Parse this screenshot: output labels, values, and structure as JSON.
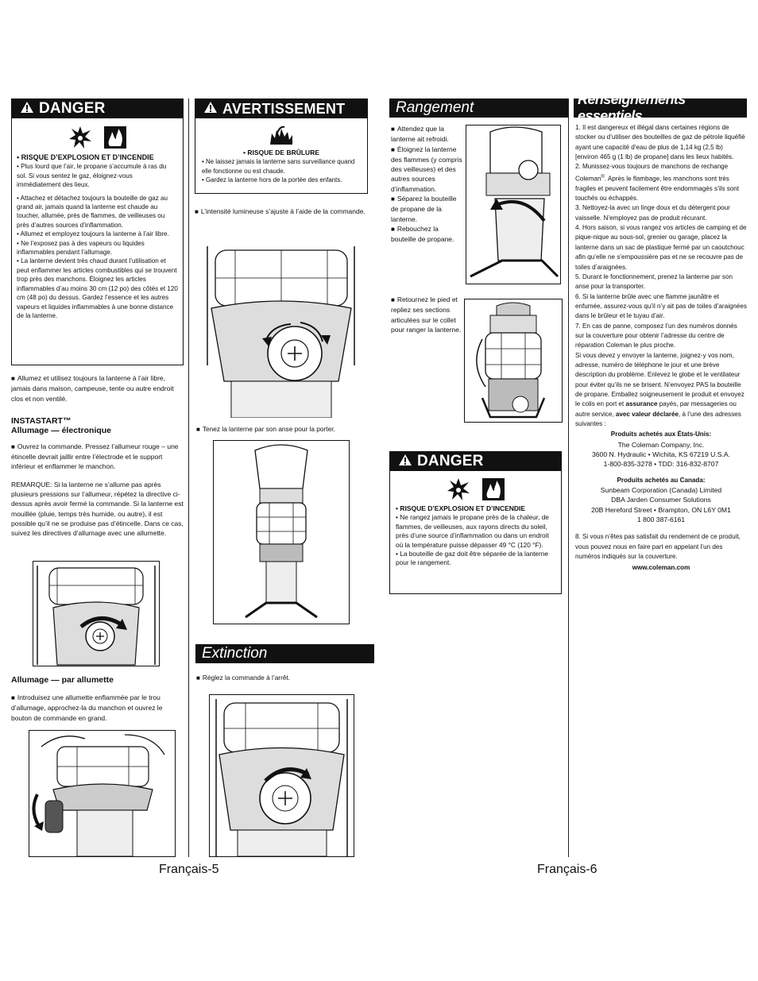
{
  "danger1": {
    "title": "DANGER",
    "risk": "• RISQUE D’EXPLOSION ET D’INCENDIE",
    "items": [
      "• Plus lourd que l’air, le propane s’accumule à ras du sol. Si vous sentez le gaz, éloignez-vous immédiatement des lieux.",
      "• Attachez et détachez toujours la bouteille de gaz au grand air, jamais quand la lanterne est chaude au toucher, allumée, près de flammes, de veilleuses ou près d’autres sources d’inflammation.",
      "• Allumez et employez toujours la lanterne à l’air libre.",
      "• Ne l’exposez pas à des vapeurs ou liquides inflammables pendant l’allumage.",
      "• La lanterne devient très chaud durant l’utilisation et peut enflammer les articles combustibles qui se trouvent trop près des manchons. Éloignez les articles inflammables d’au moins 30 cm (12 po) des côtés et 120 cm (48 po) du dessus. Gardez l’essence et les autres vapeurs et liquides inflammables à une bonne distance de la lanterne."
    ]
  },
  "col1": {
    "outdoor": "Allumez et utilisez toujours la lanterne à l’air libre, jamais dans maison, campeuse, tente ou autre endroit clos et non ventilé.",
    "instastart": "INSTASTART™",
    "elec_title": "Allumage — électronique",
    "elec_text": "Ouvrez la commande. Pressez l’allumeur rouge – une étincelle devrait jaillir entre l’électrode et le support inférieur et enflammer le manchon.",
    "remark": "REMARQUE: Si la lanterne ne s’allume pas après plusieurs pressions sur l’allumeur, répétez la directive ci-dessus après avoir fermé la commande. Si la lanterne est mouillée (pluie, temps très humide, ou autre), il est possible qu’il ne se produise pas d’étincelle. Dans ce cas, suivez les directives d’allumage avec une allumette.",
    "match_title": "Allumage — par allumette",
    "match_text": "Introduisez une allumette enflammée par le trou d’allumage, approchez-la du manchon et ouvrez le bouton de commande en grand."
  },
  "avert": {
    "title": "AVERTISSEMENT",
    "risk": "• RISQUE DE BRÛLURE",
    "items": [
      "• Ne laissez jamais la lanterne sans surveillance quand elle fonctionne ou est chaude.",
      "• Gardez la lanterne hors de la portée des enfants."
    ]
  },
  "col2": {
    "intensity": "L’intensité lumineuse s’ajuste à l’aide de la commande.",
    "carry": "Tenez la lanterne par son anse pour la porter.",
    "extinction_title": "Extinction",
    "extinction_text": "Réglez la commande à l’arrêt."
  },
  "rangement": {
    "title": "Rangement",
    "steps": [
      "Attendez que la lanterne ait refroidi.",
      "Éloignez la lanterne des flammes (y compris des veilleuses) et des autres sources d’inflammation.",
      "Séparez la bouteille de propane de la lanterne.",
      "Rebouchez la bouteille de propane."
    ],
    "fold": "Retournez le pied et repliez ses sections articulées sur le collet pour ranger la lanterne."
  },
  "danger2": {
    "title": "DANGER",
    "risk": "• RISQUE D’EXPLOSION ET D’INCENDIE",
    "items": [
      "• Ne rangez jamais le propane près de la chaleur, de flammes, de veilleuses, aux rayons directs du soleil, près d’une source d’inflammation ou dans un endroit où la température puisse dépasser 49 °C (120 °F).",
      "• La bouteille de gaz doit être séparée de la lanterne pour le rangement."
    ]
  },
  "rens": {
    "title": "Renseignements essentiels",
    "p1": "1. Il est dangereux et illégal dans certaines régions de stocker ou d’utiliser des bouteilles de gaz de pétrole liquéfié ayant une capacité d’eau de plus de 1,14 kg (2,5 lb) [environ 465 g (1 lb) de propane] dans les lieux habités.",
    "p2a": "2. Munissez-vous toujours de manchons de rechange Coleman",
    "p2reg": "®",
    "p2b": ". Après le flambage, les manchons sont très fragiles et peuvent facilement être endommagés s’ils sont touchés ou échappés.",
    "p3": "3. Nettoyez-la avec un linge doux et du détergent pour vaisselle. N’employez pas de produit récurant.",
    "p4": "4. Hors saison, si vous rangez vos articles de camping et de pique-nique au sous-sol, grenier ou garage, placez la lanterne dans un sac de plastique fermé par un caoutchouc afin qu’elle ne s’empoussière pas et ne se recouvre pas de toiles d’araignées.",
    "p5": "5. Durant le fonctionnement, prenez la lanterne par son anse pour la transporter.",
    "p6": "6. Si la lanterne brûle avec une flamme jaunâtre et enfumée, assurez-vous qu’il n’y ait pas de toiles d’araignées dans le brûleur et le tuyau d’air.",
    "p7": "7. En cas de panne, composez l’un des numéros donnés sur la couverture pour obtenir l’adresse du centre de réparation Coleman le plus proche.",
    "p7b1": "Si vous devez y envoyer la lanterne, joignez-y vos nom, adresse, numéro de téléphone le jour et une brève description du problème. Enlevez le globe et le ventilateur pour éviter qu’ils ne se brisent. N’envoyez PAS la bouteille de propane. Emballez soigneusement le produit et envoyez le colis en port et ",
    "p7b2": "assurance",
    "p7b3": " payés, par messageries ou autre service, ",
    "p7b4": "avec valeur déclarée",
    "p7b5": ", à l’une des adresses suivantes :",
    "us_head": "Produits achetés aux États-Unis:",
    "us_lines": [
      "The Coleman Company, Inc.",
      "3600 N. Hydraulic • Wichita, KS  67219 U.S.A.",
      "1-800-835-3278 • TDD: 316-832-8707"
    ],
    "ca_head": "Produits achetés au Canada:",
    "ca_lines": [
      "Sunbeam Corporation (Canada) Limited",
      "DBA Jarden Consumer Solutions",
      "20B Hereford Street • Brampton, ON L6Y 0M1",
      "1 800 387-6161"
    ],
    "p8": "8. Si vous n’êtes pas satisfait du rendement de ce produit, vous pouvez nous en faire part en appelant l’un des numéros indiqués sur la couverture.",
    "web": "www.coleman.com"
  },
  "footer": {
    "left": "Français-5",
    "right": "Français-6"
  }
}
